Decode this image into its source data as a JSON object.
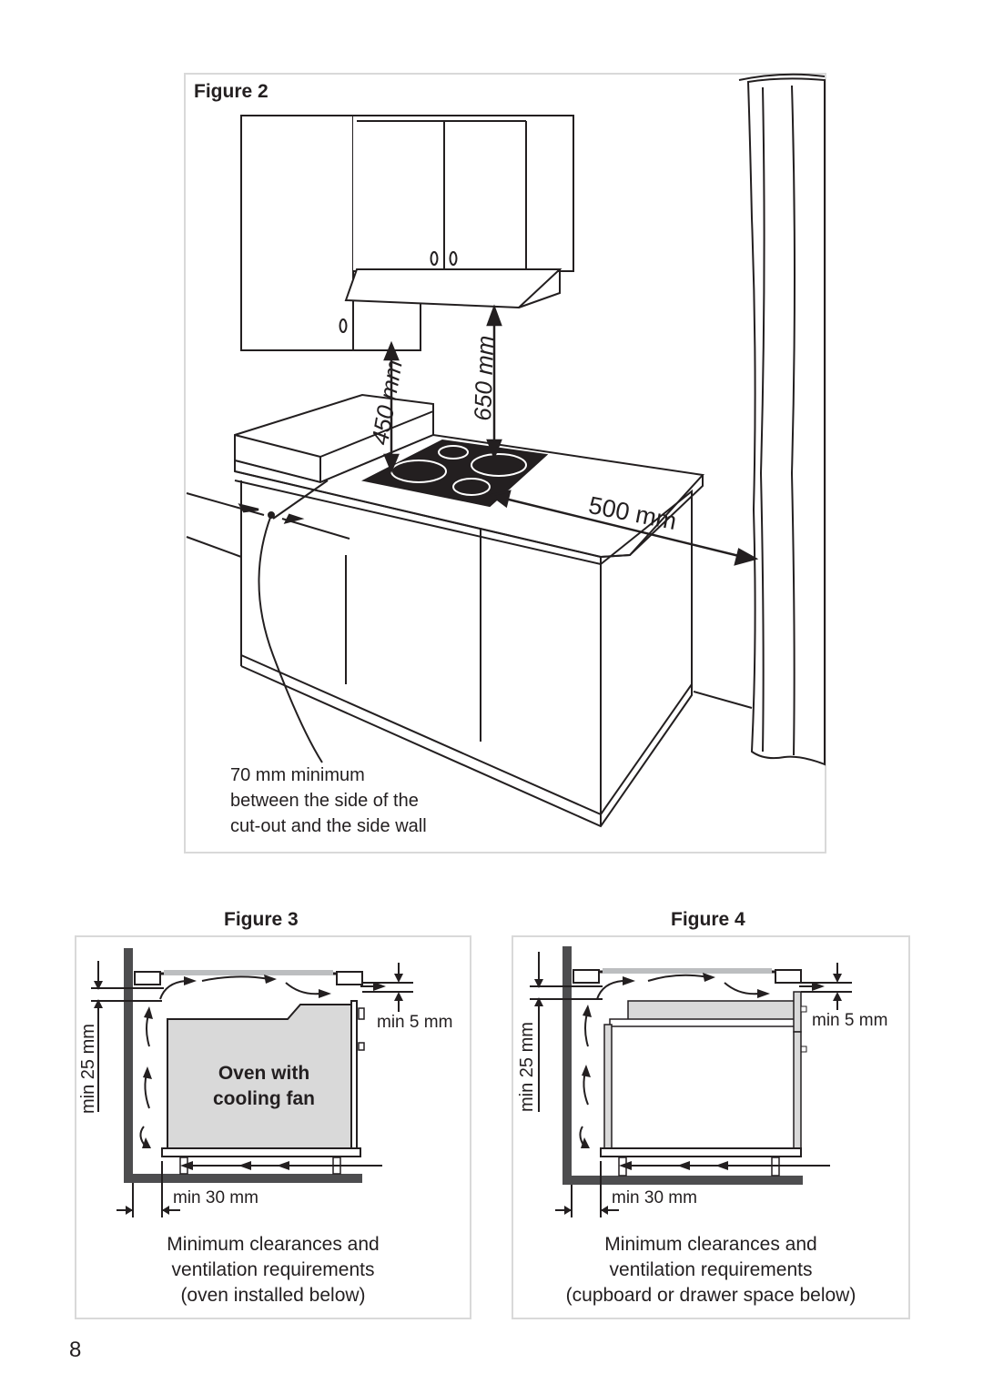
{
  "figure2": {
    "title": "Figure 2",
    "dim_450": "450 mm",
    "dim_650": "650 mm",
    "dim_500": "500 mm",
    "note_lines": [
      "70 mm minimum",
      "between the side of the",
      "cut-out and the side wall"
    ]
  },
  "figure3": {
    "title": "Figure 3",
    "min_5": "min 5 mm",
    "min_25": "min 25 mm",
    "min_30": "min 30 mm",
    "oven_label_line1": "Oven with",
    "oven_label_line2": "cooling fan",
    "caption_lines": [
      "Minimum clearances and",
      "ventilation requirements",
      "(oven installed below)"
    ]
  },
  "figure4": {
    "title": "Figure 4",
    "min_5": "min 5 mm",
    "min_25": "min 25 mm",
    "min_30": "min 30 mm",
    "caption_lines": [
      "Minimum clearances and",
      "ventilation requirements",
      "(cupboard or drawer space below)"
    ]
  },
  "page_number": "8"
}
